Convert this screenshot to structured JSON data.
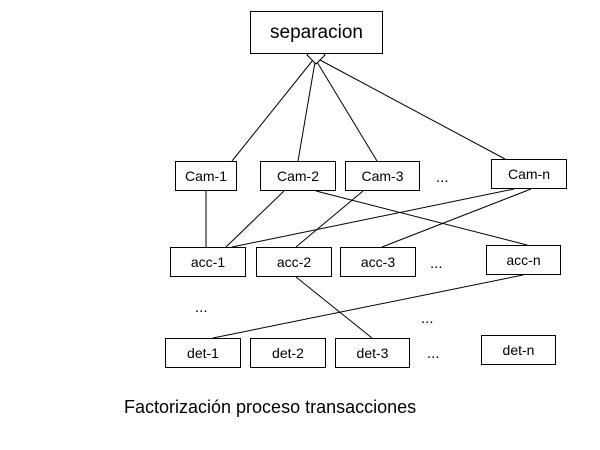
{
  "diagram": {
    "root": {
      "id": "root",
      "label": "separacion"
    },
    "levels": [
      {
        "name": "cam",
        "nodes": [
          {
            "id": "cam1",
            "label": "Cam-1"
          },
          {
            "id": "cam2",
            "label": "Cam-2"
          },
          {
            "id": "cam3",
            "label": "Cam-3"
          },
          {
            "id": "camn",
            "label": "Cam-n"
          }
        ]
      },
      {
        "name": "acc",
        "nodes": [
          {
            "id": "acc1",
            "label": "acc-1"
          },
          {
            "id": "acc2",
            "label": "acc-2"
          },
          {
            "id": "acc3",
            "label": "acc-3"
          },
          {
            "id": "accn",
            "label": "acc-n"
          }
        ]
      },
      {
        "name": "det",
        "nodes": [
          {
            "id": "det1",
            "label": "det-1"
          },
          {
            "id": "det2",
            "label": "det-2"
          },
          {
            "id": "det3",
            "label": "det-3"
          },
          {
            "id": "detn",
            "label": "det-n"
          }
        ]
      }
    ],
    "ellipses": [
      "...",
      "...",
      "...",
      "...",
      "..."
    ],
    "edges": [
      [
        "root",
        "cam1"
      ],
      [
        "root",
        "cam2"
      ],
      [
        "root",
        "cam3"
      ],
      [
        "root",
        "camn"
      ],
      [
        "cam1",
        "acc1"
      ],
      [
        "cam2",
        "acc1"
      ],
      [
        "camn",
        "acc1"
      ],
      [
        "cam3",
        "acc2"
      ],
      [
        "cam2",
        "accn"
      ],
      [
        "camn",
        "acc3"
      ],
      [
        "accn",
        "det1"
      ],
      [
        "acc2",
        "det3"
      ]
    ],
    "caption": "Factorización proceso transacciones",
    "line_color": "#000000",
    "diamond_fill": "#ffffff"
  }
}
